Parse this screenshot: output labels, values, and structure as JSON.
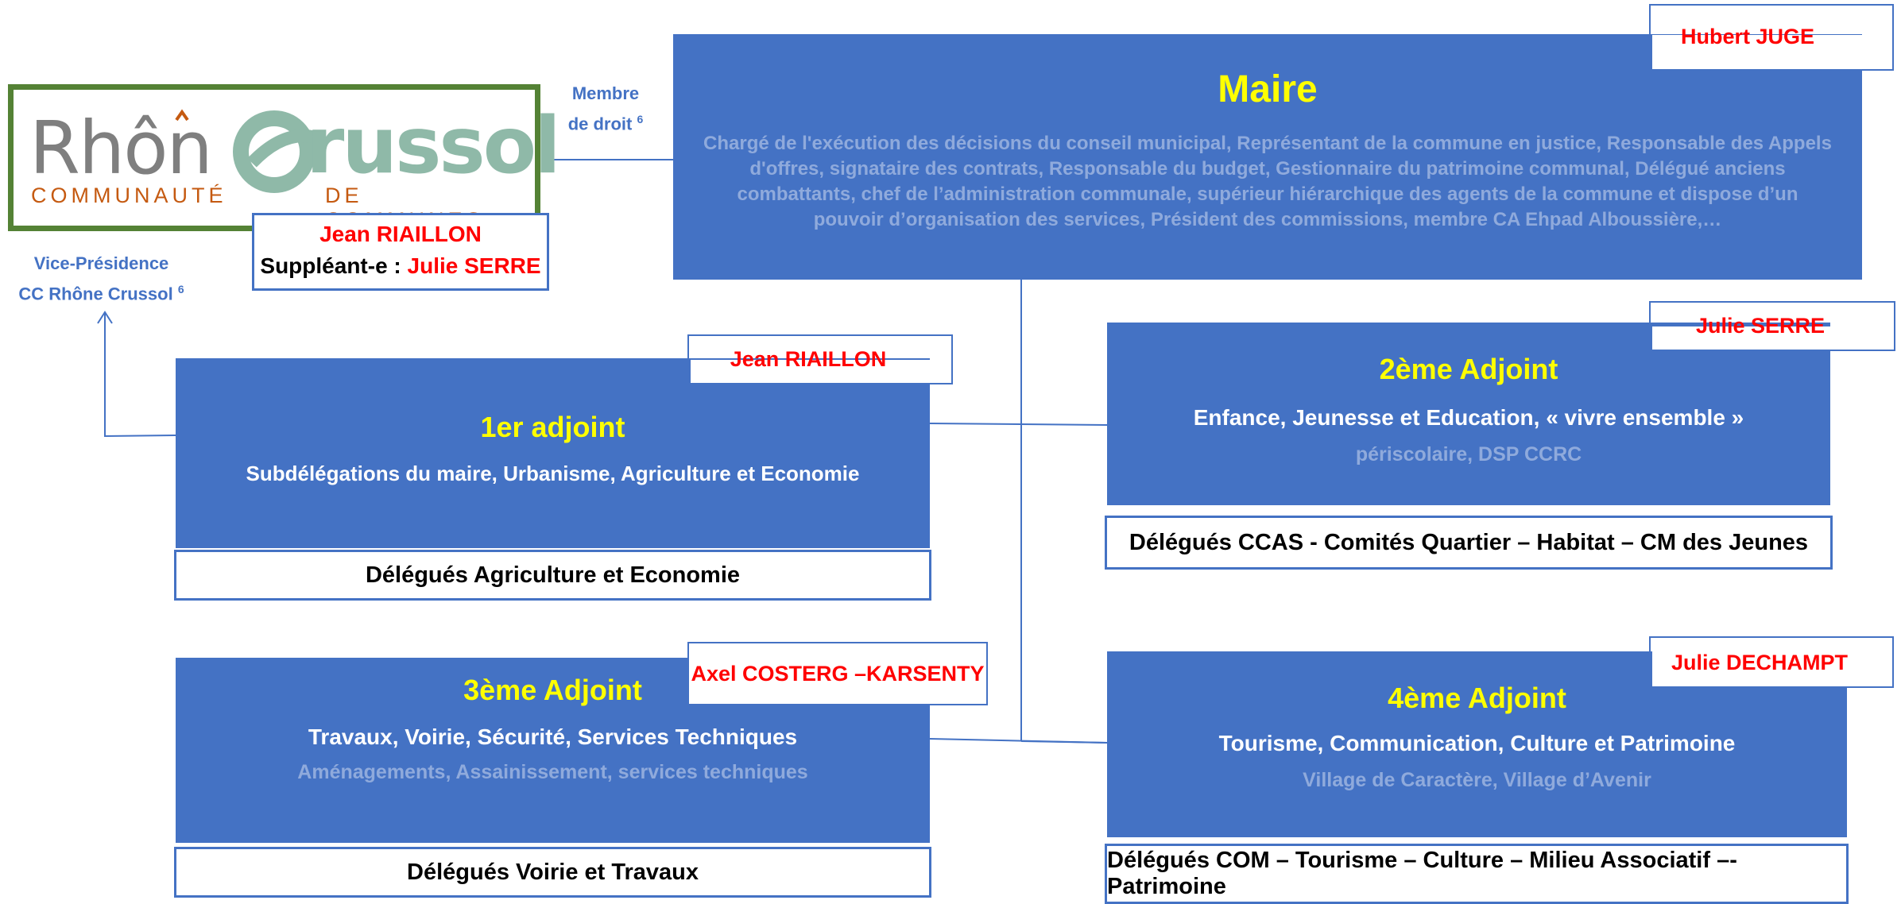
{
  "logo": {
    "word_left": "Rhôn",
    "word_right": "russol",
    "line1": "COMMUNAUTÉ",
    "line2": "DE COMMUNES",
    "border_color": "#548235",
    "text_color": "#7F7F7F",
    "accent_color": "#C55A11",
    "symbol_color": "#8FB9A8"
  },
  "membre_droit": {
    "line1": "Membre",
    "line2": "de droit",
    "sup": "6"
  },
  "vice_presidence": {
    "line1": "Vice-Présidence",
    "line2": "CC Rhône Crussol",
    "sup": "6"
  },
  "cc_delegate": {
    "name": "Jean RIAILLON",
    "supp_label": "Suppléant-e : ",
    "supp_name": "Julie SERRE"
  },
  "maire": {
    "name": "Hubert JUGE",
    "title": "Maire",
    "desc": [
      "Chargé de l'exécution des décisions du conseil municipal, Représentant de la commune en justice, Responsable des Appels",
      "d'offres, signataire des contrats, Responsable du budget, Gestionnaire du patrimoine communal, Délégué anciens",
      "combattants, chef de l’administration communale, supérieur hiérarchique des agents de la commune et dispose d’un",
      "pouvoir d’organisation des services, Président des commissions, membre CA Ehpad Alboussière,…"
    ]
  },
  "adjoint1": {
    "name": "Jean RIAILLON",
    "title": "1er adjoint",
    "main": "Subdélégations du maire, Urbanisme, Agriculture et Economie",
    "delegues": "Délégués Agriculture et Economie"
  },
  "adjoint2": {
    "name": "Julie SERRE",
    "title": "2ème Adjoint",
    "main": "Enfance, Jeunesse et Education, « vivre ensemble »",
    "sub": "périscolaire, DSP CCRC",
    "delegues": "Délégués CCAS - Comités Quartier – Habitat – CM des Jeunes"
  },
  "adjoint3": {
    "name": "Axel COSTERG –KARSENTY",
    "title": "3ème Adjoint",
    "main": "Travaux, Voirie, Sécurité, Services Techniques",
    "sub": "Aménagements, Assainissement, services techniques",
    "delegues": "Délégués Voirie et Travaux"
  },
  "adjoint4": {
    "name": "Julie DECHAMPT",
    "title": "4ème Adjoint",
    "main": "Tourisme, Communication, Culture et Patrimoine",
    "sub": "Village de Caractère, Village d’Avenir",
    "delegues": "Délégués COM – Tourisme – Culture – Milieu Associatif –- Patrimoine"
  },
  "colors": {
    "box": "#4472C4",
    "title": "#FFFF00",
    "name": "#FF0000",
    "sub": "#8FAADC"
  }
}
